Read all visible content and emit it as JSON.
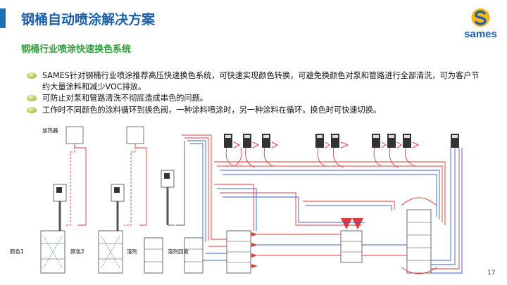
{
  "title": "钢桶自动喷涂解决方案",
  "subtitle": "钢桶行业喷涂快速换色系统",
  "logo": {
    "text": "sames"
  },
  "bullets": [
    "SAMES针对钢桶行业喷涂推荐高压快速换色系统，可快速实现颜色转换，可避免换颜色对泵和管路进行全部清洗，可为客户节约大量涂料和减少VOC排放。",
    "可防止对泵和管路清洗不彻底造成串色的问题。",
    "工作时不同颜色的涂料循环到换色阀，一种涂料喷涂时，另一种涂料在循环。换色时可快速切换。"
  ],
  "diagram": {
    "heater_label": "加热器",
    "color1_label": "颜色1",
    "color2_label": "颜色2",
    "solvent_label": "溶剂",
    "solvent_recovery_label": "溶剂回收"
  },
  "colors": {
    "title": "#1a5fa8",
    "subtitle": "#2e9c3a",
    "paint_line": "#e03a3a",
    "return_line": "#3a5fd0"
  },
  "page_number": "17"
}
